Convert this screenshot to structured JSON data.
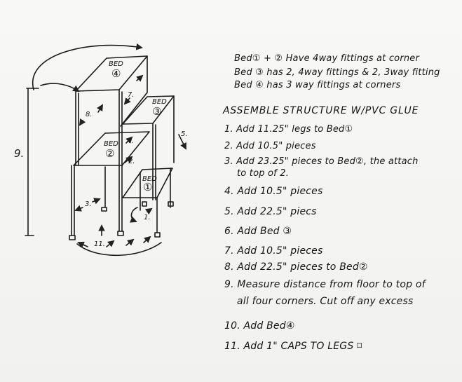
{
  "notes": [
    "Bed① + ② Have 4way fittings at corner",
    "Bed ③ has 2, 4way fittings & 2, 3way fitting",
    "Bed ④ has 3 way fittings at corners"
  ],
  "title": "ASSEMBLE STRUCTURE W/PVC GLUE",
  "steps": [
    "1. Add 11.25\" legs to Bed①",
    "2. Add 10.5\" pieces",
    "3. Add 23.25\" pieces to Bed②, the attach",
    "to top of 2.",
    "4. Add 10.5\" pieces",
    "5. Add 22.5\" piecs",
    "6. Add Bed ③",
    "7. Add 10.5\" pieces",
    "8. Add 22.5\" pieces to Bed②",
    "9. Measure distance from floor to top of",
    "all four corners. Cut off any excess",
    "10. Add Bed④",
    "11. Add 1\" CAPS TO LEGS ⌑"
  ],
  "diagram_labels": {
    "bed4": "BED",
    "bed4_num": "④",
    "bed3": "BED",
    "bed3_num": "③",
    "bed2": "BED",
    "bed2_num": "②",
    "bed1": "BED",
    "bed1_num": "①",
    "s1": "1.",
    "s2": "2.",
    "s3": "3.",
    "s4": "4.",
    "s5": "5.",
    "s7": "7.",
    "s8": "8.",
    "s9": "9.",
    "s11": "11."
  }
}
